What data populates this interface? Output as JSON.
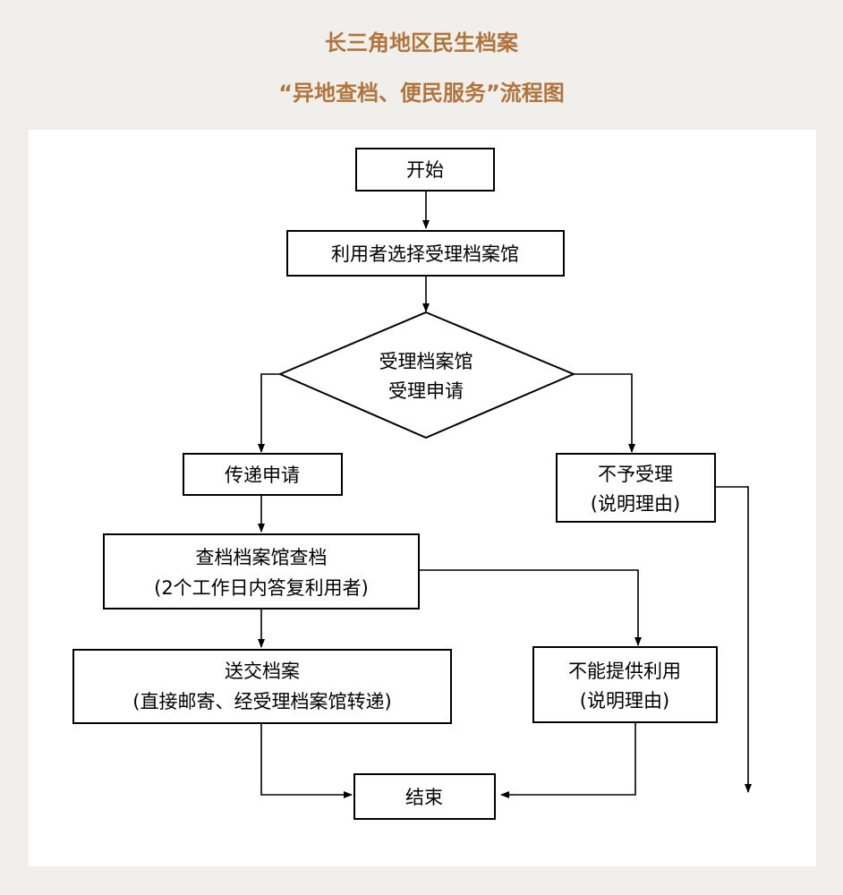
{
  "title_line1": "长三角地区民生档案",
  "title_line2": "“异地查档、便民服务”流程图",
  "colors": {
    "title": "#b0753c",
    "background": "#f1efeb",
    "panel": "#ffffff",
    "stroke": "#000000"
  },
  "nodes": {
    "start": {
      "line1": "开始"
    },
    "select": {
      "line1": "利用者选择受理档案馆"
    },
    "accept": {
      "line1": "受理档案馆",
      "line2": "受理申请"
    },
    "transmit": {
      "line1": "传递申请"
    },
    "reject": {
      "line1": "不予受理",
      "line2": "(说明理由)"
    },
    "lookup": {
      "line1": "查档档案馆查档",
      "line2": "(2个工作日内答复利用者)"
    },
    "deliver": {
      "line1": "送交档案",
      "line2": "(直接邮寄、经受理档案馆转递)"
    },
    "unable": {
      "line1": "不能提供利用",
      "line2": "(说明理由)"
    },
    "end": {
      "line1": "结束"
    }
  }
}
